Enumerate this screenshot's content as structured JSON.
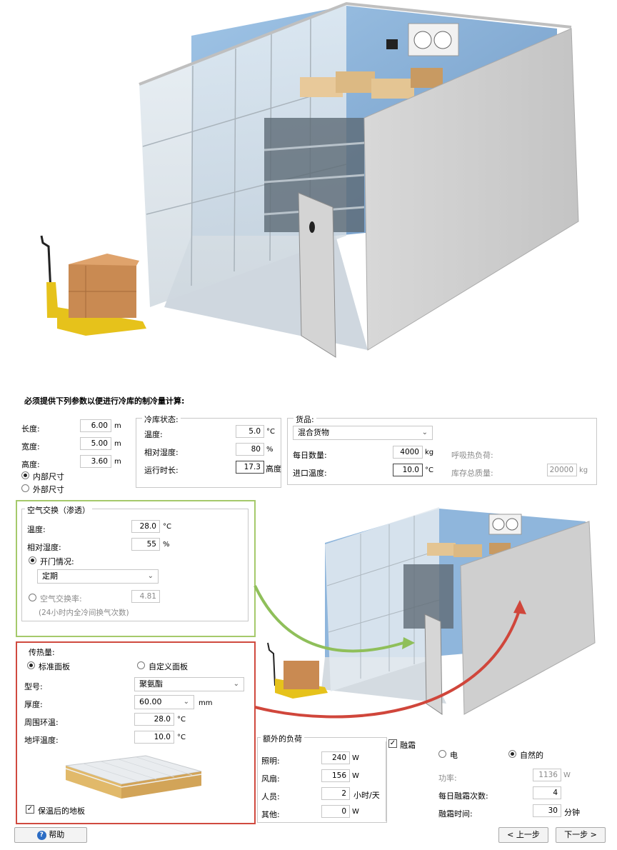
{
  "instruction": "必须提供下列参数以便进行冷库的制冷量计算:",
  "dimensions": {
    "length": {
      "label": "长度:",
      "value": "6.00",
      "unit": "m"
    },
    "width": {
      "label": "宽度:",
      "value": "5.00",
      "unit": "m"
    },
    "height": {
      "label": "高度:",
      "value": "3.60",
      "unit": "m"
    },
    "inner_label": "内部尺寸",
    "outer_label": "外部尺寸"
  },
  "cold_room": {
    "legend": "冷库状态:",
    "temp": {
      "label": "温度:",
      "value": "5.0",
      "unit": "°C"
    },
    "humidity": {
      "label": "相对湿度:",
      "value": "80",
      "unit": "%"
    },
    "runtime": {
      "label": "运行时长:",
      "value": "17.3",
      "unit": "高度"
    }
  },
  "goods": {
    "legend": "货品:",
    "type": "混合货物",
    "daily_qty": {
      "label": "每日数量:",
      "value": "4000",
      "unit": "kg"
    },
    "entry_temp": {
      "label": "进口温度:",
      "value": "10.0",
      "unit": "°C"
    },
    "respiration_label": "呼吸热负荷:",
    "storage": {
      "label": "库存总质量:",
      "value": "20000",
      "unit": "kg"
    }
  },
  "air_exchange": {
    "legend": "空气交换（渗透）",
    "temp": {
      "label": "温度:",
      "value": "28.0",
      "unit": "°C"
    },
    "humidity": {
      "label": "相对湿度:",
      "value": "55",
      "unit": "%"
    },
    "door_label": "开门情况:",
    "door_option": "定期",
    "rate_label": "空气交换率:",
    "rate_value": "4.81",
    "rate_note": "(24小时内全冷间换气次数)"
  },
  "heat_transfer": {
    "legend": "传热量:",
    "standard_label": "标准面板",
    "custom_label": "自定义面板",
    "model_label": "型号:",
    "model_value": "聚氨酯",
    "thickness_label": "厚度:",
    "thickness_value": "60.00",
    "thickness_unit": "mm",
    "ambient": {
      "label": "周围环温:",
      "value": "28.0",
      "unit": "°C"
    },
    "floor": {
      "label": "地坪温度:",
      "value": "10.0",
      "unit": "°C"
    },
    "insulated_floor_label": "保温后的地板"
  },
  "extra_loads": {
    "legend": "额外的负荷",
    "lighting": {
      "label": "照明:",
      "value": "240",
      "unit": "W"
    },
    "fans": {
      "label": "风扇:",
      "value": "156",
      "unit": "W"
    },
    "people": {
      "label": "人员:",
      "value": "2",
      "unit": "小时/天"
    },
    "other": {
      "label": "其他:",
      "value": "0",
      "unit": "W"
    }
  },
  "defrost": {
    "legend": "融霜",
    "electric_label": "电",
    "natural_label": "自然的",
    "power": {
      "label": "功率:",
      "value": "1136",
      "unit": "W"
    },
    "times": {
      "label": "每日融霜次数:",
      "value": "4"
    },
    "duration": {
      "label": "融霜时间:",
      "value": "30",
      "unit": "分钟"
    }
  },
  "buttons": {
    "help": "帮助",
    "prev": "< 上一步",
    "next": "下一步 >"
  },
  "colors": {
    "air_exchange_border": "#a5c96b",
    "heat_transfer_border": "#d04a3f",
    "green_arrow": "#8fbf5a",
    "red_arrow": "#d0463b",
    "help_icon": "#2b6cc4"
  }
}
